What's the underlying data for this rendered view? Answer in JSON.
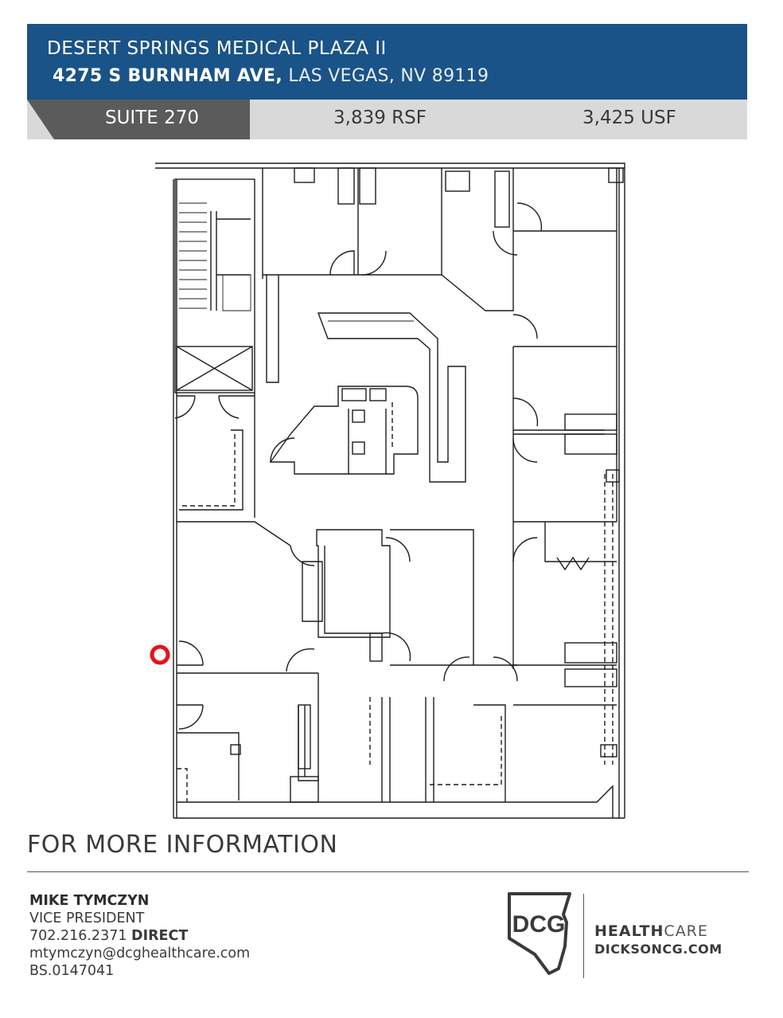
{
  "header": {
    "title": "DESERT SPRINGS MEDICAL PLAZA II",
    "address_street": "4275 S BURNHAM AVE,",
    "address_city": "LAS VEGAS, NV 89119"
  },
  "stats": {
    "suite": "SUITE 270",
    "rsf": "3,839 RSF",
    "usf": "3,425 USF"
  },
  "colors": {
    "header_band": "#1a5387",
    "suite_tab": "#5b5b5b",
    "stats_bar": "#d9d9d9",
    "entry_marker": "#e8101a"
  },
  "info": {
    "heading": "FOR MORE INFORMATION"
  },
  "contact": {
    "name": "MIKE TYMCZYN",
    "title": "VICE PRESIDENT",
    "phone": "702.216.2371",
    "phone_label": "DIRECT",
    "email": "mtymczyn@dcghealthcare.com",
    "license": "BS.0147041"
  },
  "brand": {
    "logo_text": "DCG",
    "line1_strong": "HEALTH",
    "line1_light": "CARE",
    "website": "DICKSONCG.COM"
  }
}
